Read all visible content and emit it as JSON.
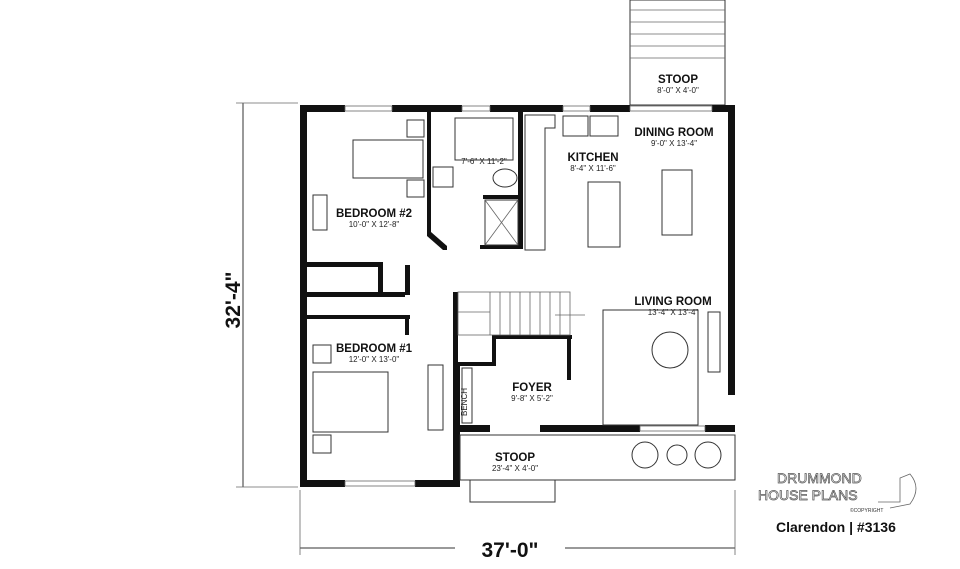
{
  "plan": {
    "overall_width": "37'-0\"",
    "overall_depth": "32'-4\"",
    "rooms": [
      {
        "name": "BEDROOM #2",
        "size": "10'-0\" X 12'-8\""
      },
      {
        "name": "",
        "size": "7'-6\" X 11'-2\""
      },
      {
        "name": "KITCHEN",
        "size": "8'-4\" X 11'-6\""
      },
      {
        "name": "DINING ROOM",
        "size": "9'-0\" X 13'-4\""
      },
      {
        "name": "LIVING ROOM",
        "size": "13'-4\" X 13'-4\""
      },
      {
        "name": "BEDROOM #1",
        "size": "12'-0\" X 13'-0\""
      },
      {
        "name": "FOYER",
        "size": "9'-8\" X 5'-2\""
      },
      {
        "name": "STOOP",
        "size": "23'-4\" X 4'-0\""
      },
      {
        "name": "STOOP",
        "size": "8'-0\" X 4'-0\""
      }
    ],
    "bench_label": "BENCH"
  },
  "branding": {
    "logo_line1": "DRUMMOND",
    "logo_line2": "HOUSE PLANS",
    "copyright": "©COPYRIGHT",
    "plan_name": "Clarendon | #3136"
  }
}
